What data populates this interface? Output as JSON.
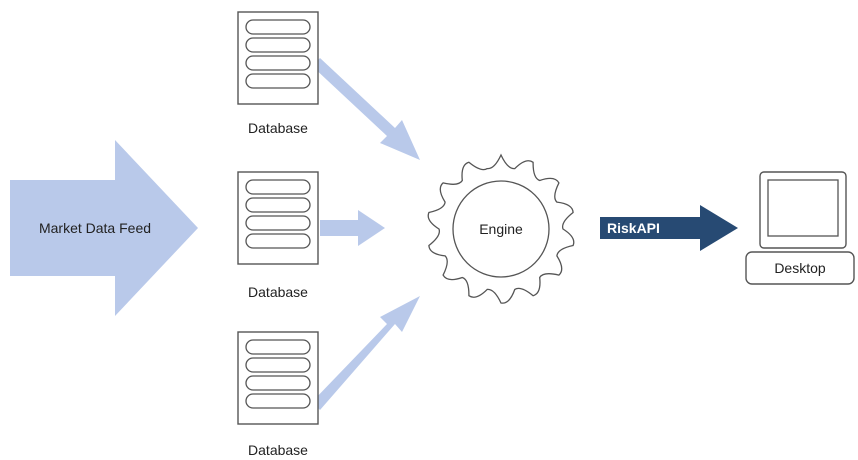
{
  "feed": {
    "label": "Market Data Feed"
  },
  "databases": [
    {
      "label": "Database"
    },
    {
      "label": "Database"
    },
    {
      "label": "Database"
    }
  ],
  "engine": {
    "label": "Engine"
  },
  "api": {
    "label": "RiskAPI"
  },
  "desktop": {
    "label": "Desktop"
  },
  "colors": {
    "flow_arrow": "#b9c9ea",
    "api_arrow": "#274a73",
    "outline": "#555555"
  }
}
